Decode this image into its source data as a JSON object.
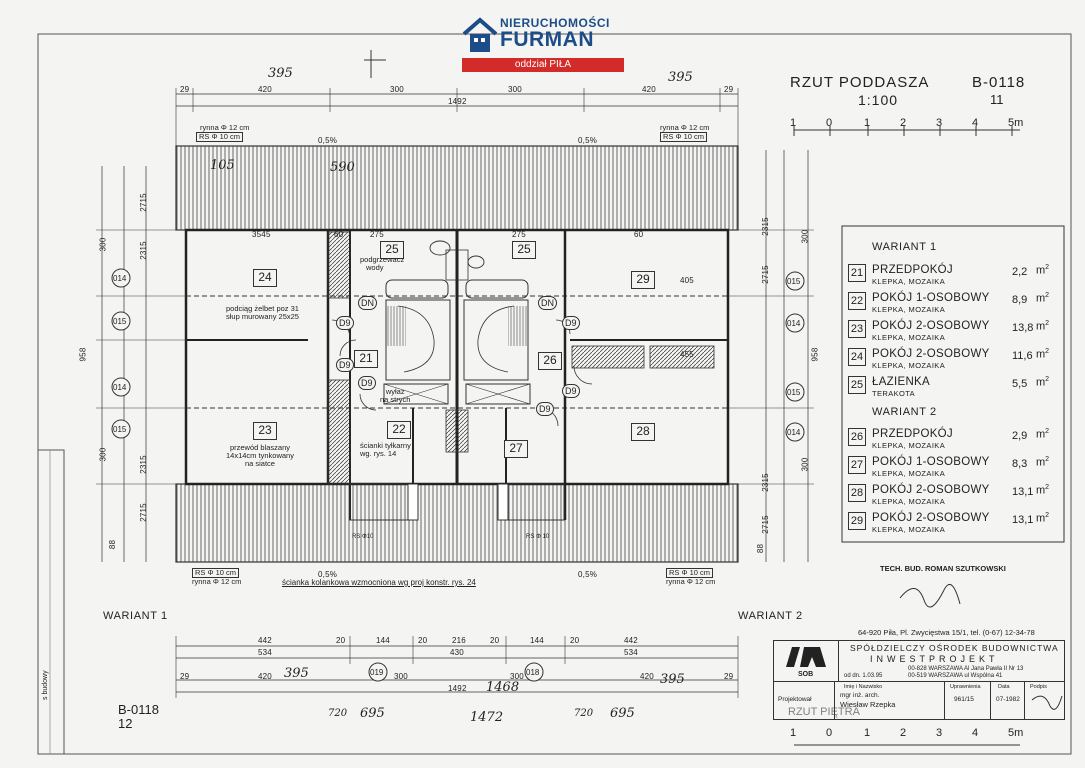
{
  "logo": {
    "top": "NIERUCHOMOŚCI",
    "main": "FURMAN",
    "sub": "oddział PIŁA",
    "colors": {
      "blue": "#1c4d88",
      "red": "#d32a2a"
    }
  },
  "title": {
    "heading": "RZUT PODDASZA",
    "code": "B-0118",
    "scale": "1:100",
    "sheet": "11",
    "scalebar": [
      "1",
      "0",
      "1",
      "2",
      "3",
      "4",
      "5m"
    ]
  },
  "legend": {
    "variant1_title": "WARIANT 1",
    "variant2_title": "WARIANT 2",
    "unit": "m",
    "rooms": [
      {
        "num": "21",
        "name": "PRZEDPOKÓJ",
        "finish": "KLEPKA, MOZAIKA",
        "area": "2,2"
      },
      {
        "num": "22",
        "name": "POKÓJ 1-OSOBOWY",
        "finish": "KLEPKA, MOZAIKA",
        "area": "8,9"
      },
      {
        "num": "23",
        "name": "POKÓJ 2-OSOBOWY",
        "finish": "KLEPKA, MOZAIKA",
        "area": "13,8"
      },
      {
        "num": "24",
        "name": "POKÓJ 2-OSOBOWY",
        "finish": "KLEPKA, MOZAIKA",
        "area": "11,6"
      },
      {
        "num": "25",
        "name": "ŁAZIENKA",
        "finish": "TERAKOTA",
        "area": "5,5"
      },
      {
        "num": "26",
        "name": "PRZEDPOKÓJ",
        "finish": "KLEPKA, MOZAIKA",
        "area": "2,9"
      },
      {
        "num": "27",
        "name": "POKÓJ 1-OSOBOWY",
        "finish": "KLEPKA, MOZAIKA",
        "area": "8,3"
      },
      {
        "num": "28",
        "name": "POKÓJ 2-OSOBOWY",
        "finish": "KLEPKA, MOZAIKA",
        "area": "13,1"
      },
      {
        "num": "29",
        "name": "POKÓJ 2-OSOBOWY",
        "finish": "KLEPKA, MOZAIKA",
        "area": "13,1"
      }
    ]
  },
  "plan": {
    "variant_left": "WARIANT 1",
    "variant_right": "WARIANT 2",
    "slope": "0,5%",
    "gutter_top_left": [
      "rynna Φ 12 cm",
      "RS Φ 10 cm"
    ],
    "gutter_top_right": [
      "rynna Φ 12 cm",
      "RS Φ 10 cm"
    ],
    "gutter_bottom_left": [
      "RS Φ 10 cm",
      "rynna Φ 12 cm"
    ],
    "gutter_bottom_right": [
      "RS Φ 10 cm",
      "rynna Φ 12 cm"
    ],
    "rs_bottom": [
      "RS Φ10",
      "RS Φ 10"
    ],
    "note_wall": "ścianka kolankowa wzmocniona wg proj konstr. rys. 24",
    "note_heater": [
      "podgrzewacz",
      "wody"
    ],
    "note_beam": [
      "podciąg żelbet poz 31",
      "słup murowany 25x25"
    ],
    "note_duct": [
      "przewód blaszany",
      "14x14cm tynkowany",
      "na siatce"
    ],
    "note_wall2": [
      "ścianki tyłkarny",
      "wg. rys. 14"
    ],
    "note_exit": [
      "wyłaz",
      "na strych"
    ],
    "doors": [
      "D9",
      "D9",
      "D9",
      "D9",
      "D9",
      "D9",
      "DN",
      "DN"
    ],
    "room_labels": [
      "24",
      "25",
      "25",
      "29",
      "21",
      "22",
      "26",
      "23",
      "27",
      "28"
    ],
    "axes": [
      "014",
      "015",
      "014",
      "015",
      "015",
      "014",
      "015",
      "014",
      "019",
      "018"
    ],
    "top_dims": [
      "29",
      "420",
      "300",
      "1492",
      "300",
      "420",
      "29"
    ],
    "top_hand": [
      "395",
      "395"
    ],
    "bottom_dims_1": [
      "442",
      "20",
      "144",
      "20",
      "216",
      "20",
      "144",
      "20",
      "442"
    ],
    "bottom_dims_2": [
      "534",
      "430",
      "534"
    ],
    "bottom_dims_3": [
      "29",
      "420",
      "300",
      "300",
      "420",
      "29"
    ],
    "bottom_total": "1492",
    "hand_notes": [
      "395",
      "395",
      "1468",
      "720",
      "695",
      "1472",
      "720",
      "695",
      "590",
      "105"
    ],
    "left_dims": [
      "2715",
      "300",
      "2315",
      "958",
      "300",
      "2315",
      "2715",
      "88"
    ],
    "right_dims": [
      "2315",
      "300",
      "2715",
      "958",
      "2315",
      "300",
      "2715",
      "88"
    ],
    "inner_dims": [
      "3545",
      "60",
      "275",
      "275",
      "405",
      "60",
      "455"
    ],
    "bottom_left_stamp": "B-0118",
    "bottom_left_sheet": "12",
    "bottom_left_code": "RZUT PIĘTRA",
    "side_tab": "s budowy"
  },
  "titleblock": {
    "company1": "SPÓŁDZIELCZY OŚRODEK BUDOWNICTWA",
    "company2": "INWESTPROJEKT",
    "addr1": "00-828 WARSZAWA Al Jana Pawła II Nr 13",
    "addr2": "00-519 WARSZAWA ul Wspólna 41",
    "date_label": "od dn. 1.03.95",
    "logo_text": "SOB",
    "author_role": "Projektował",
    "author_title": "mgr inż. arch.",
    "author_name": "Wiesław Rzepka",
    "number": "961/15",
    "date": "07-1982",
    "headers": [
      "Imię i Nazwisko",
      "Uprawnienia",
      "Data",
      "Podpis"
    ],
    "address_line": "64-920 Piła, Pl. Zwycięstwa 15/1, tel. (0-67) 12-34-78",
    "tech": "TECH. BUD. ROMAN SZUTKOWSKI"
  },
  "bottom_scalebar": [
    "1",
    "0",
    "1",
    "2",
    "3",
    "4",
    "5m"
  ]
}
